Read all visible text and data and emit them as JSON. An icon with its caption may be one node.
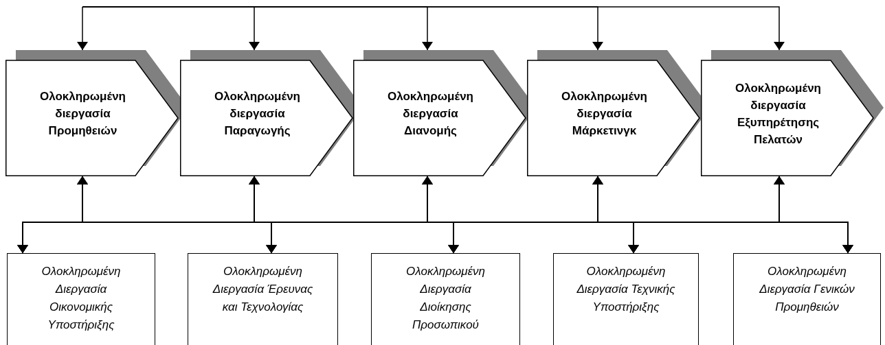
{
  "diagram": {
    "nodes": [
      {
        "text": [
          "Ολοκληρωμένη διεργασία Προμηθειών"
        ]
      },
      {
        "text": [
          "Ολοκληρωμένη διεργασία Παραγωγής"
        ]
      },
      {
        "text": [
          "Ολοκληρωμένη διεργασία Διανομής"
        ]
      },
      {
        "text": [
          "Ολοκληρωμένη διεργασία Μάρκετινγκ"
        ]
      },
      {
        "text": [
          "Ολοκληρωμένη διεργασία Εξυπηρέτησης Πελατών"
        ]
      },
      {
        "text": [
          "Ολοκληρωμένη Διεργασία Οικονομικής Υποστήριξης"
        ]
      },
      {
        "text": [
          "Ολοκληρωμένη Διεργασία Έρευνας και Τεχνολογίας"
        ]
      },
      {
        "text": [
          "Ολοκληρωμένη Διεργασία Διοίκησης Προσωπικού"
        ]
      },
      {
        "text": [
          "Ολοκληρωμένη Διεργασία Τεχνικής Υποστήριξης"
        ]
      },
      {
        "text": [
          "Ολοκληρωμένη Διεργασία Γενικών Προμηθειών"
        ]
      }
    ],
    "edges": [
      {
        "from": null,
        "to": 0,
        "arrow": "to"
      },
      {
        "from": null,
        "to": 1,
        "arrow": "to"
      },
      {
        "from": null,
        "to": 2,
        "arrow": "to"
      },
      {
        "from": null,
        "to": 3,
        "arrow": "to"
      },
      {
        "from": null,
        "to": 4,
        "arrow": "to"
      },
      {
        "from": 5,
        "to": 0,
        "arrow": "both"
      },
      {
        "from": 5,
        "to": 1,
        "arrow": "both"
      },
      {
        "from": 5,
        "to": 2,
        "arrow": "both"
      },
      {
        "from": 5,
        "to": 3,
        "arrow": "both"
      },
      {
        "from": 5,
        "to": 4,
        "arrow": "both"
      },
      {
        "from": 6,
        "to": 0,
        "arrow": "both"
      },
      {
        "from": 6,
        "to": 1,
        "arrow": "both"
      },
      {
        "from": 6,
        "to": 2,
        "arrow": "both"
      },
      {
        "from": 6,
        "to": 3,
        "arrow": "both"
      },
      {
        "from": 6,
        "to": 4,
        "arrow": "both"
      },
      {
        "from": 7,
        "to": 0,
        "arrow": "both"
      },
      {
        "from": 7,
        "to": 1,
        "arrow": "both"
      },
      {
        "from": 7,
        "to": 2,
        "arrow": "both"
      },
      {
        "from": 7,
        "to": 3,
        "arrow": "both"
      },
      {
        "from": 7,
        "to": 4,
        "arrow": "both"
      },
      {
        "from": 8,
        "to": 0,
        "arrow": "both"
      },
      {
        "from": 8,
        "to": 1,
        "arrow": "both"
      },
      {
        "from": 8,
        "to": 2,
        "arrow": "both"
      },
      {
        "from": 8,
        "to": 3,
        "arrow": "both"
      },
      {
        "from": 8,
        "to": 4,
        "arrow": "both"
      },
      {
        "from": 9,
        "to": 0,
        "arrow": "both"
      },
      {
        "from": 9,
        "to": 1,
        "arrow": "both"
      },
      {
        "from": 9,
        "to": 2,
        "arrow": "both"
      },
      {
        "from": 9,
        "to": 3,
        "arrow": "both"
      },
      {
        "from": 9,
        "to": 4,
        "arrow": "both"
      }
    ]
  }
}
